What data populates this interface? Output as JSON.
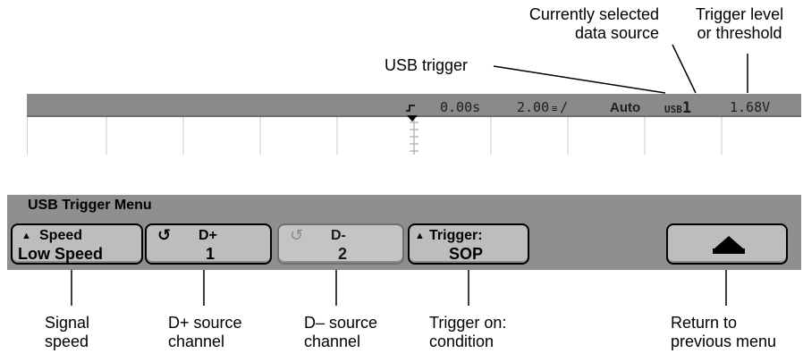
{
  "callouts": {
    "selected_source": "Currently selected\ndata source",
    "trigger_level": "Trigger level\nor threshold",
    "usb_trigger": "USB trigger",
    "signal_speed": "Signal\nspeed",
    "dplus_source": "D+ source\nchannel",
    "dminus_source": "D– source\nchannel",
    "trigger_on": "Trigger on:\ncondition",
    "return_previous": "Return to\nprevious menu"
  },
  "status_bar": {
    "trigger_marker_icon": "trigger-edge-icon",
    "time_offset": "0.00s",
    "time_per_div": "2.00",
    "time_unit_suffix": "/",
    "trigger_mode": "Auto",
    "usb_label": "USB",
    "source_number": "1",
    "trigger_level_value": "1.68V"
  },
  "menu": {
    "title": "USB Trigger Menu",
    "softkeys": [
      {
        "line1": "Speed",
        "line2": "Low Speed",
        "icon": "up-triangle-icon"
      },
      {
        "line1": "D+",
        "line2": "1",
        "icon": "rotate-knob-icon"
      },
      {
        "line1": "D-",
        "line2": "2",
        "icon": "rotate-knob-icon"
      },
      {
        "line1": "Trigger:",
        "line2": "SOP",
        "icon": "up-triangle-icon"
      },
      {
        "line1": "",
        "line2": "",
        "icon": "up-arrow-icon"
      }
    ]
  },
  "colors": {
    "status_bar_bg": "#8a8a8a",
    "menu_bg": "#8f8f8f",
    "softkey_bg": "#bdbdbd"
  }
}
